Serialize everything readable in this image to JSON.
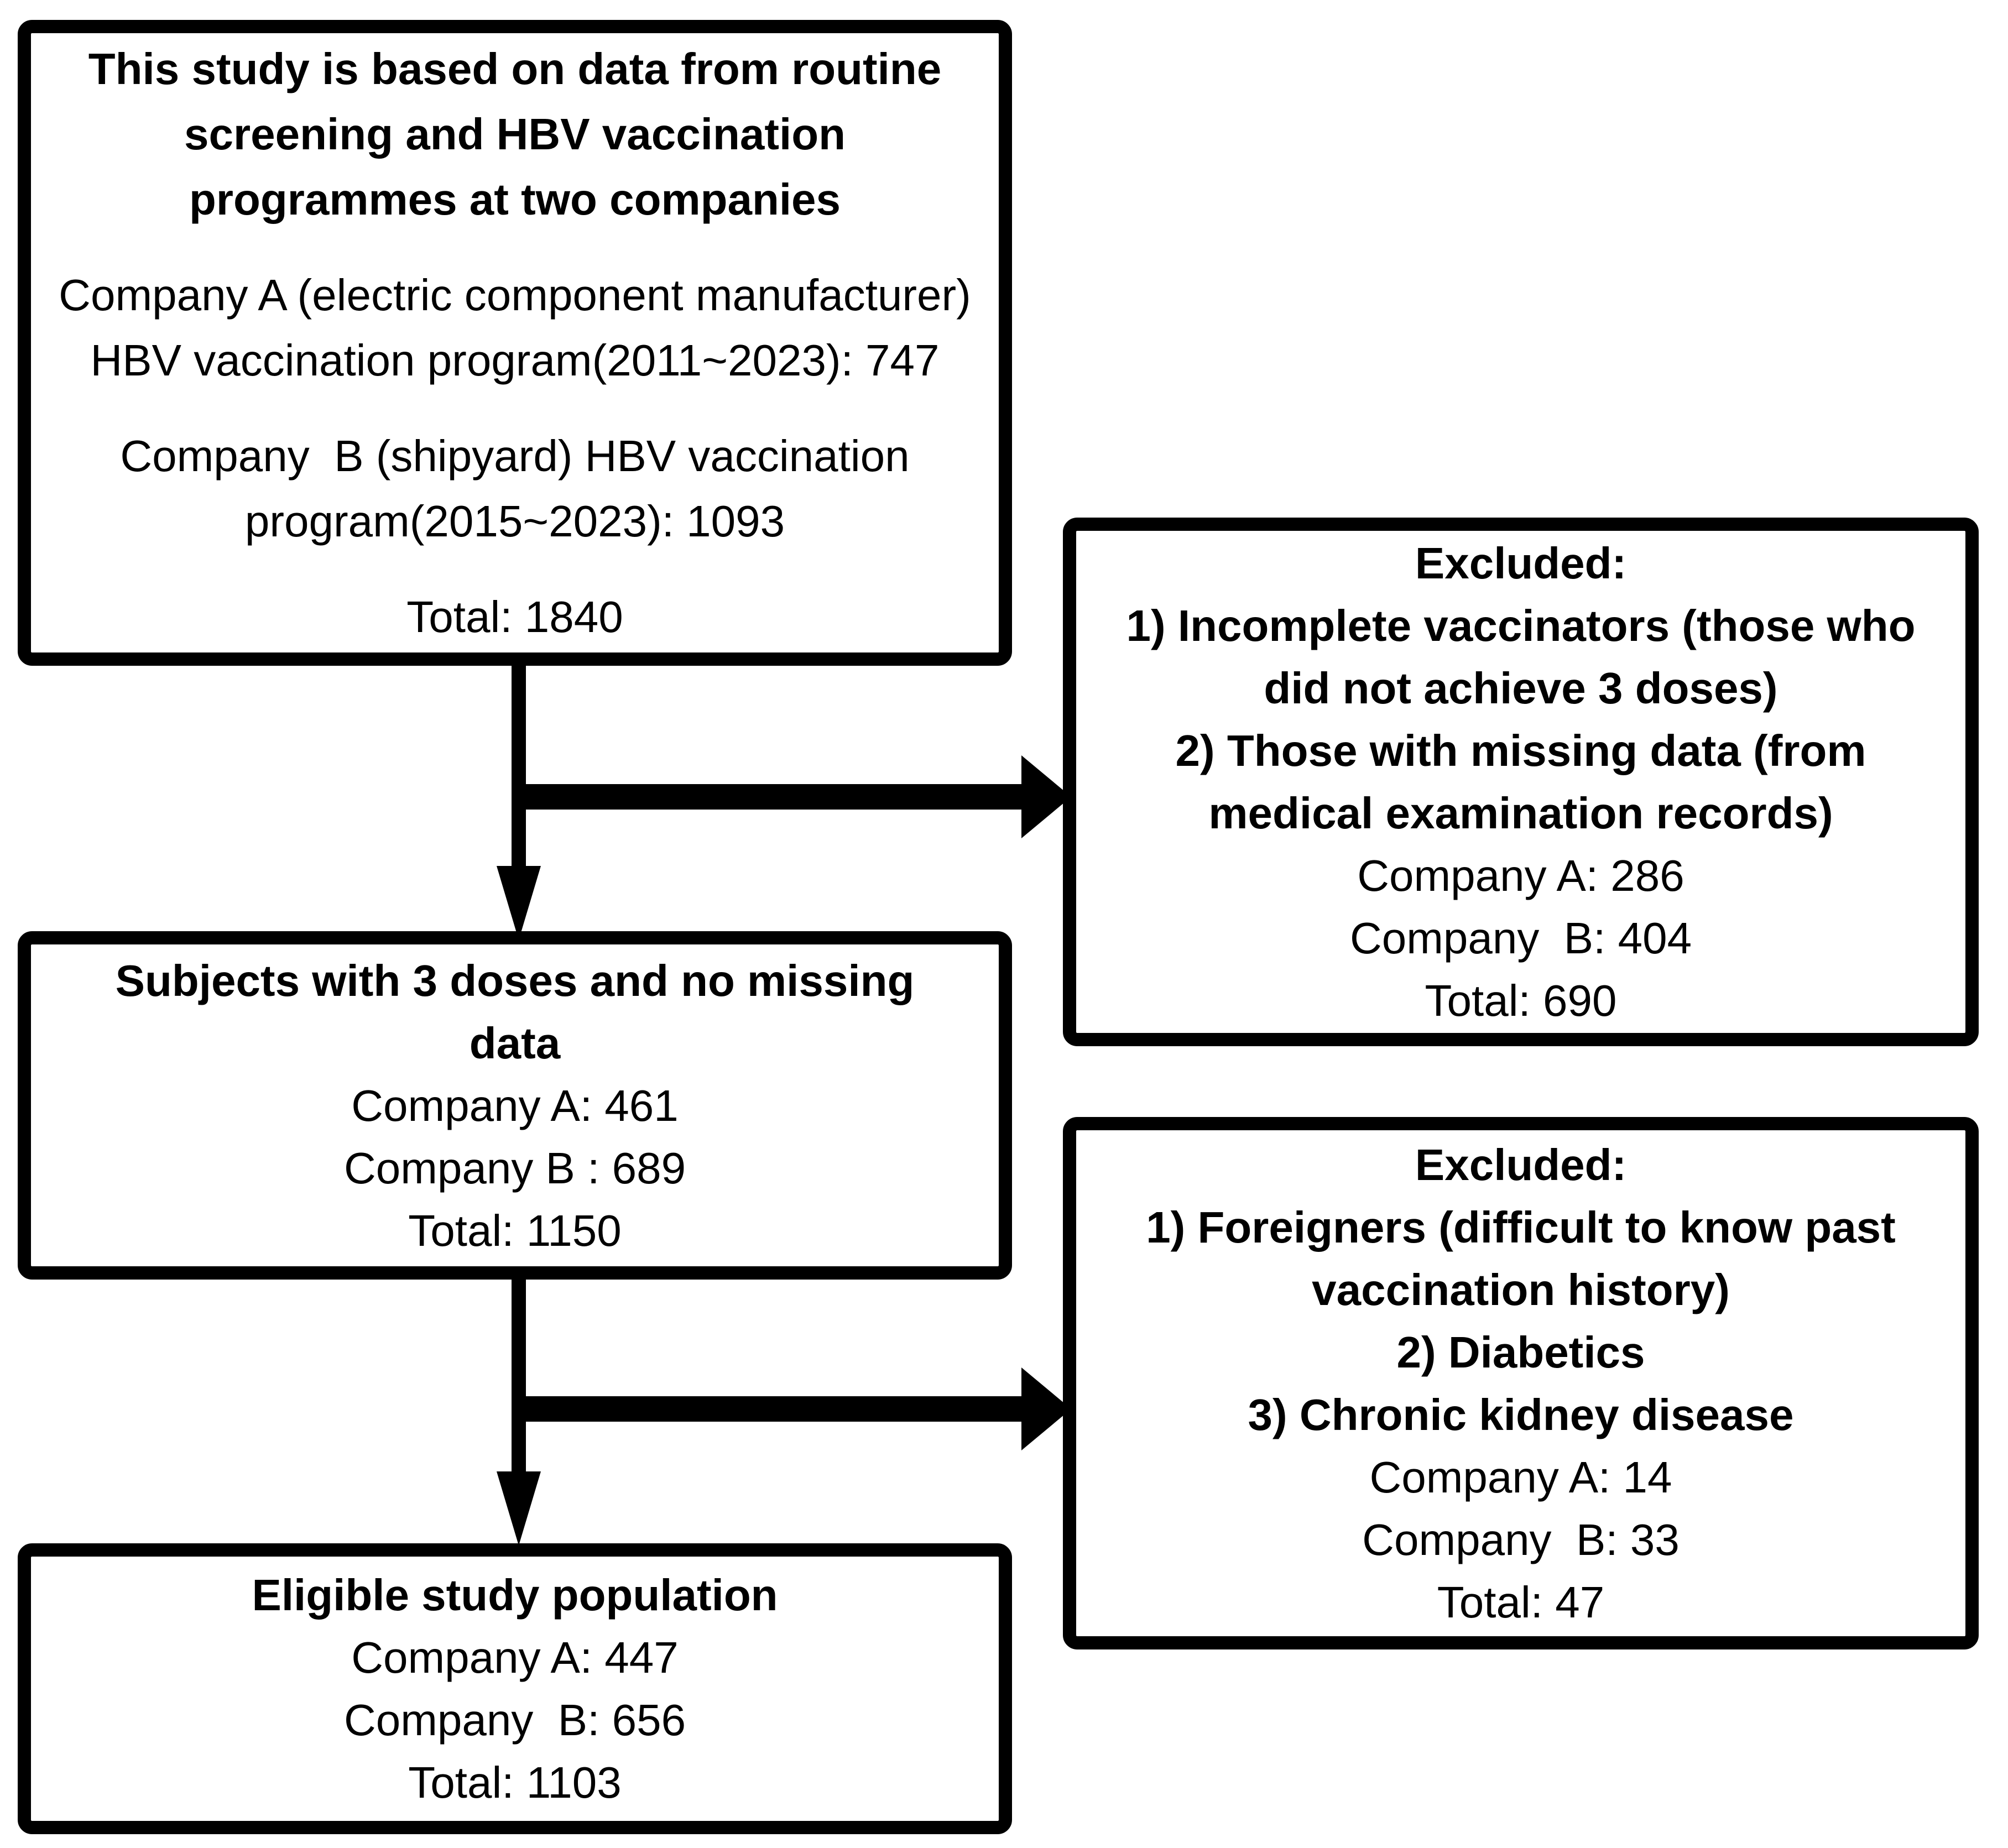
{
  "colors": {
    "line": "#000000",
    "background": "#ffffff"
  },
  "boxes": {
    "source": {
      "title": [
        "This study is based on data from routine",
        "screening and HBV vaccination",
        "programmes at two companies"
      ],
      "company_a": [
        "Company A (electric component manufacturer)",
        "HBV vaccination program(2011~2023): 747"
      ],
      "company_b": [
        "Company  B (shipyard) HBV vaccination",
        "program(2015~2023): 1093"
      ],
      "total": "Total: 1840"
    },
    "excluded1": {
      "title": "Excluded:",
      "item1": [
        "1) Incomplete vaccinators (those who",
        "did not achieve 3 doses)"
      ],
      "item2": [
        "2) Those with missing data (from",
        "medical examination records)"
      ],
      "company_a": "Company A: 286",
      "company_b": "Company  B: 404",
      "total": "Total: 690"
    },
    "subjects": {
      "title": [
        "Subjects with 3 doses and no missing",
        "data"
      ],
      "company_a": "Company A: 461",
      "company_b": "Company B : 689",
      "total": "Total: 1150"
    },
    "excluded2": {
      "title": "Excluded:",
      "item1": [
        "1) Foreigners (difficult to know past",
        "vaccination history)"
      ],
      "item2": "2) Diabetics",
      "item3": "3) Chronic kidney disease",
      "company_a": "Company A: 14",
      "company_b": "Company  B: 33",
      "total": "Total: 47"
    },
    "eligible": {
      "title": "Eligible study population",
      "company_a": "Company A: 447",
      "company_b": "Company  B: 656",
      "total": "Total: 1103"
    }
  }
}
